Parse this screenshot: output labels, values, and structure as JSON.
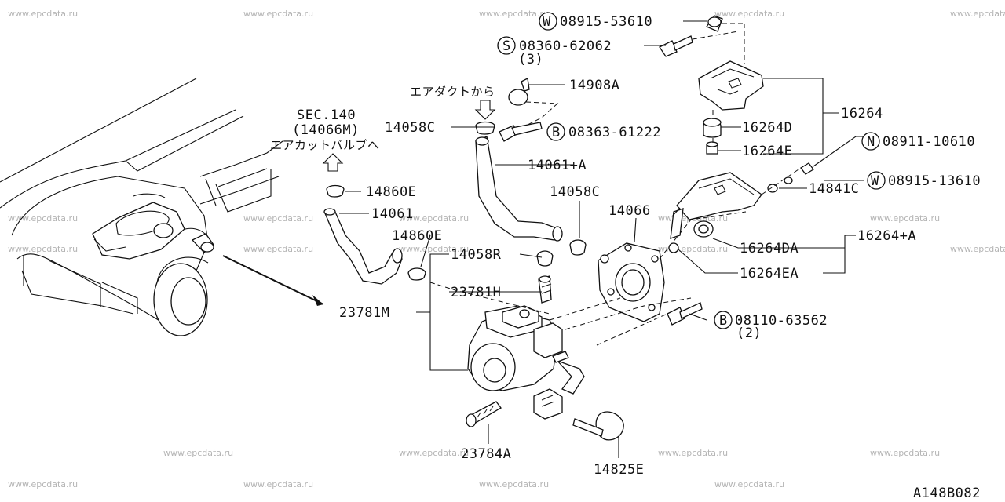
{
  "watermark": "www.epcdata.ru",
  "diagram_code": "A148B082",
  "symbols": {
    "W": "W",
    "S": "S",
    "B": "B",
    "N": "N"
  },
  "parts": {
    "p_08915_53610": "08915-53610",
    "p_08360_62062": "08360-62062",
    "p_08360_qty": "(3)",
    "p_14908A": "14908A",
    "from_air_duct": "エアダクトから",
    "p_16264": "16264",
    "p_14058C_top": "14058C",
    "p_08363_61222": "08363-61222",
    "p_16264D": "16264D",
    "p_16264E": "16264E",
    "p_08911_10610": "08911-10610",
    "p_14061A": "14061+A",
    "p_08915_13610": "08915-13610",
    "p_14841C": "14841C",
    "p_14058C_mid": "14058C",
    "p_14066": "14066",
    "p_16264A": "16264+A",
    "p_16264DA": "16264DA",
    "p_16264EA": "16264EA",
    "sec_140": "SEC.140",
    "sec_14066M": "(14066M)",
    "to_air_cut_valve": "エアカットバルブへ",
    "p_14860E_top": "14860E",
    "p_14061": "14061",
    "p_14860E_mid": "14860E",
    "p_14058R": "14058R",
    "p_23781H": "23781H",
    "p_23781M": "23781M",
    "p_08110_63562": "08110-63562",
    "p_08110_qty": "(2)",
    "p_23784A": "23784A",
    "p_14825E": "14825E"
  }
}
